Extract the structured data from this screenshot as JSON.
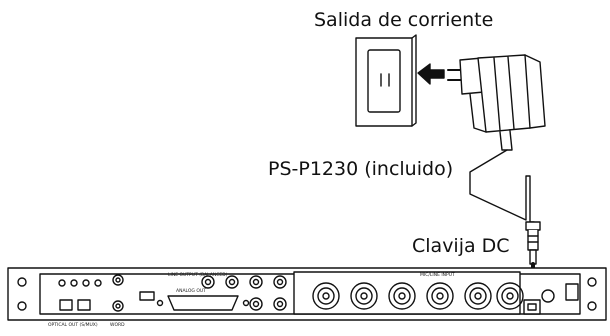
{
  "labels": {
    "outlet": "Salida de corriente",
    "adapter": "PS-P1230 (incluido)",
    "dc_plug": "Clavija DC"
  },
  "rear_panel": {
    "optical_out": "OPTICAL OUT (S/MUX)",
    "word": "WORD",
    "analog_out": "ANALOG OUT",
    "line_output": "LINE OUTPUT (BALANCED)",
    "mic_line_input": "MIC/LINE INPUT"
  },
  "colors": {
    "line": "#111111",
    "background": "#ffffff"
  }
}
